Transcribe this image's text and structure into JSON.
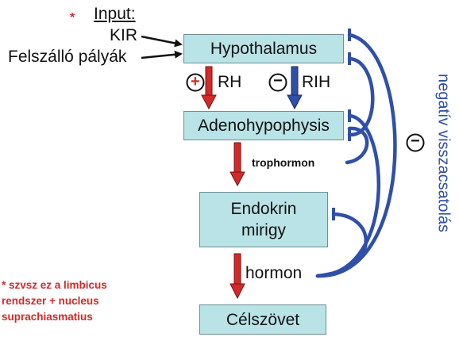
{
  "input": {
    "asterisk": "*",
    "title": "Input:",
    "items": [
      "KIR",
      "Felszálló pályák"
    ]
  },
  "boxes": {
    "hypothalamus": "Hypothalamus",
    "adenohypophysis": "Adenohypophysis",
    "endokrin_line1": "Endokrin",
    "endokrin_line2": "mirigy",
    "celszovet": "Célszövet"
  },
  "arrows": {
    "rh": {
      "sign": "+",
      "label": "RH"
    },
    "rih": {
      "sign": "−",
      "label": "RIH"
    },
    "trophormon": "trophormon",
    "hormon": "hormon"
  },
  "feedback": {
    "sign": "−",
    "label": "negatív visszacsatolás"
  },
  "footnote": [
    "* szvsz ez a limbicus",
    "rendszer + nucleus",
    "suprachiasmatius"
  ],
  "colors": {
    "box": "#b9e3e6",
    "red": "#d12a2a",
    "blue": "#2f4fa8"
  }
}
